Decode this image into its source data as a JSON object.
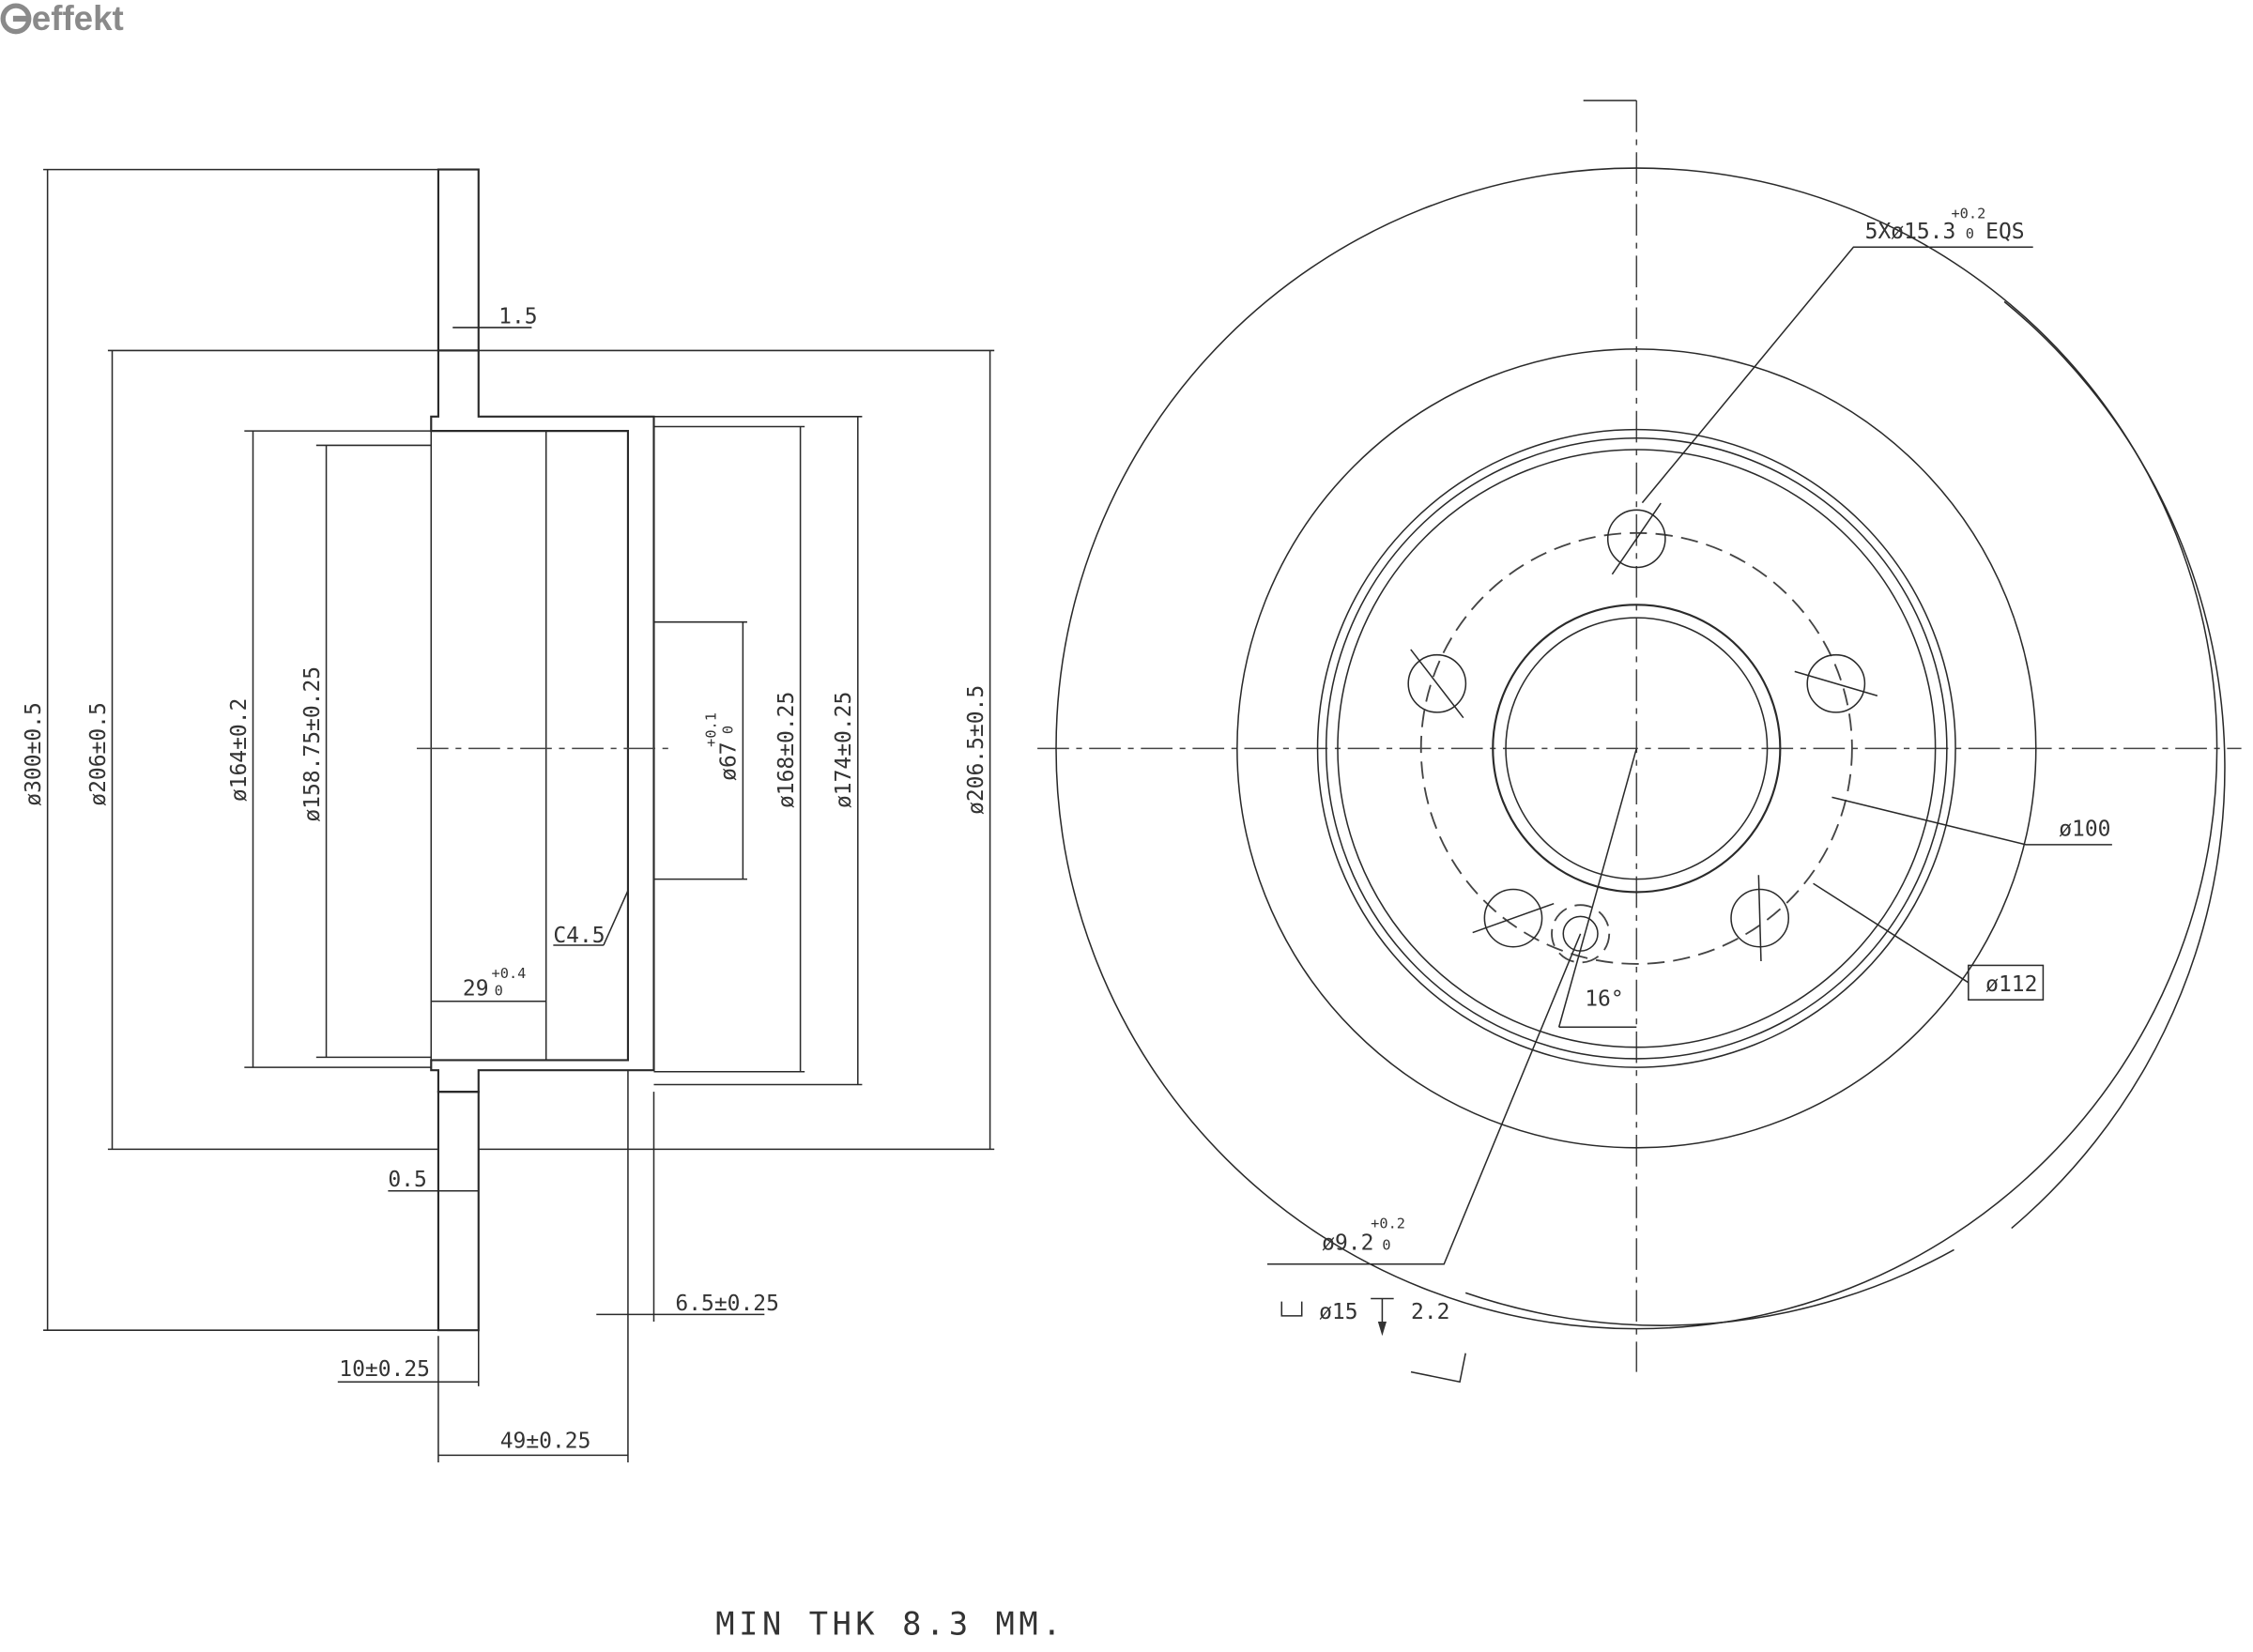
{
  "brand": {
    "name": "effekt"
  },
  "section_view": {
    "dims": {
      "d300": "ø300±0.5",
      "d206": "ø206±0.5",
      "d164": "ø164±0.2",
      "d158": "ø158.75±0.25",
      "d67": "ø67",
      "d67_tol_upper": "+0.1",
      "d67_tol_lower": "0",
      "d168": "ø168±0.25",
      "d174": "ø174±0.25",
      "d206_5": "ø206.5±0.5",
      "t1_5": "1.5",
      "t0_5": "0.5",
      "c4_5": "C4.5",
      "w29": "29",
      "w29_tol_upper": "+0.4",
      "w29_tol_lower": "0",
      "t6_5": "6.5±0.25",
      "t10": "10±0.25",
      "h49": "49±0.25"
    },
    "note": "MIN THK 8.3 MM."
  },
  "front_view": {
    "bolt_holes": {
      "count": 5,
      "label": "5Xø15.3",
      "tol_upper": "+0.2",
      "tol_lower": "0",
      "suffix": "EQS"
    },
    "pcd": "ø100",
    "d112": "ø112",
    "angle": "16°",
    "small_hole": {
      "label": "ø9.2",
      "tol_upper": "+0.2",
      "tol_lower": "0"
    },
    "counterbore": {
      "dia": "ø15",
      "depth": "2.2"
    }
  }
}
